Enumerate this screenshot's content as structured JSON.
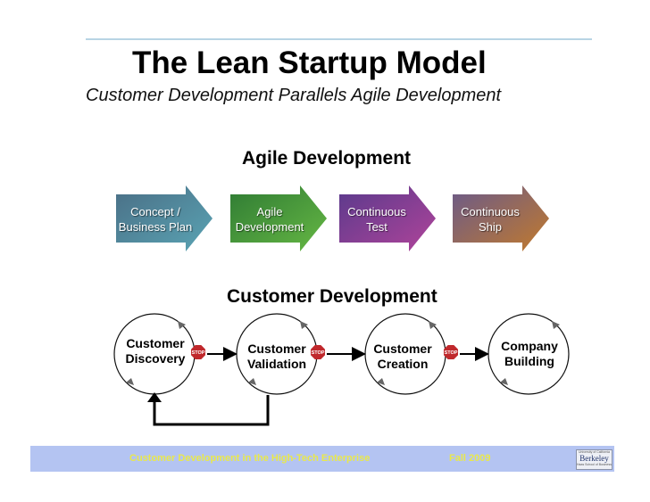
{
  "slide": {
    "title": "The Lean Startup Model",
    "subtitle": "Customer Development Parallels Agile Development"
  },
  "agile": {
    "heading": "Agile Development",
    "steps": [
      {
        "line1": "Concept /",
        "line2": "Business Plan",
        "color": "#4c8096"
      },
      {
        "line1": "Agile",
        "line2": "Development",
        "color": "#4a9a3a"
      },
      {
        "line1": "Continuous",
        "line2": "Test",
        "color": "#8a3a8c"
      },
      {
        "line1": "Continuous",
        "line2": "Ship",
        "color": "#9a6a3c"
      }
    ]
  },
  "customer": {
    "heading": "Customer Development",
    "steps": [
      {
        "line1": "Customer",
        "line2": "Discovery"
      },
      {
        "line1": "Customer",
        "line2": "Validation"
      },
      {
        "line1": "Customer",
        "line2": "Creation"
      },
      {
        "line1": "Company",
        "line2": "Building"
      }
    ],
    "stop_sign_text": "STOP",
    "stop_color": "#c0282c"
  },
  "footer": {
    "course": "Customer Development in the High-Tech Enterprise",
    "term": "Fall 2009",
    "logo_small": "University of California",
    "logo_main": "Berkeley",
    "logo_tag": "Haas School of Business",
    "text_color": "#e9e84b",
    "band_color": "#b4c4f2"
  }
}
